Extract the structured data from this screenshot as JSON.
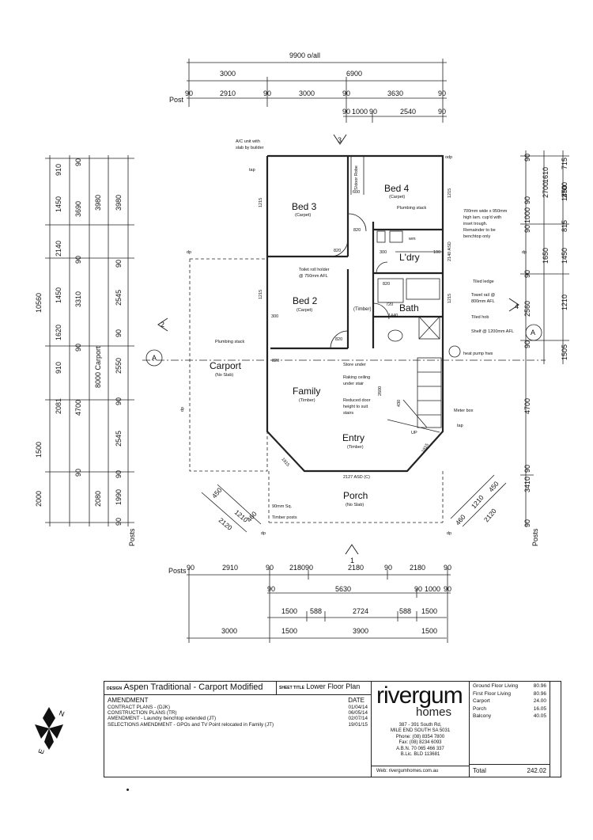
{
  "dimensions": {
    "top_overall": "9900 o/all",
    "top_row2": [
      "3000",
      "6900"
    ],
    "top_posts_label": "Post",
    "top_row3": [
      "90",
      "2910",
      "90",
      "3000",
      "90",
      "3630",
      "90"
    ],
    "top_row4": [
      "90",
      "1000",
      "90",
      "2540",
      "90"
    ],
    "left_outer": [
      "910",
      "1450",
      "2140",
      "1450",
      "1620",
      "910",
      "2081",
      "1500",
      "2000"
    ],
    "left_overall": "10560",
    "left_col2": [
      "90",
      "3690",
      "90",
      "3310",
      "90",
      "4700",
      "90"
    ],
    "left_col3": [
      "3980",
      "8000 Carport",
      "2080"
    ],
    "left_col4": [
      "3980",
      "90",
      "2545",
      "90",
      "2550",
      "90",
      "2545",
      "90",
      "1990",
      "90"
    ],
    "left_posts_label": "Posts",
    "right_col1": [
      "90",
      "90",
      "1000",
      "90",
      "90",
      "90",
      "2560",
      "90",
      "4700",
      "90",
      "3410",
      "90"
    ],
    "right_col2": [
      "1610",
      "2700",
      "1650",
      "1210"
    ],
    "right_col3": [
      "715",
      "1450",
      "815",
      "1450",
      "1210",
      "1505"
    ],
    "right_posts_label": "Posts",
    "bottom_posts_label": "Posts",
    "bottom_row1": [
      "90",
      "2910",
      "90",
      "2180",
      "90",
      "2180",
      "90",
      "2180",
      "90"
    ],
    "bottom_row2": [
      "90",
      "5630",
      "90",
      "1000",
      "90"
    ],
    "bottom_row3": [
      "1500",
      "588",
      "2724",
      "588",
      "1500"
    ],
    "bottom_row4": [
      "3000",
      "1500",
      "3900",
      "1500"
    ],
    "porch_left": [
      "450",
      "1210",
      "460",
      "2120"
    ],
    "porch_right": [
      "460",
      "1210",
      "450",
      "2120"
    ]
  },
  "rooms": {
    "bed3": {
      "name": "Bed 3",
      "sub": "(Carpet)"
    },
    "bed4": {
      "name": "Bed 4",
      "sub": "(Carpet)"
    },
    "bed2": {
      "name": "Bed 2",
      "sub": "(Carpet)"
    },
    "ldry": {
      "name": "L'dry"
    },
    "bath": {
      "name": "Bath"
    },
    "carport": {
      "name": "Carport",
      "sub": "(No Slab)"
    },
    "family": {
      "name": "Family",
      "sub": "(Timber)"
    },
    "entry": {
      "name": "Entry",
      "sub": "(Timber)"
    },
    "porch": {
      "name": "Porch",
      "sub": "(No Slab)"
    },
    "timber_hall": "(Timber)"
  },
  "notes": {
    "ac_unit": [
      "A/C unit with",
      "slab by builder"
    ],
    "tap_top": "tap",
    "odp": "odp",
    "sdoor_robe": "S/door Robe",
    "plumbing_stack_top": "Plumbing stack",
    "trough": [
      "700mm wide x 950mm",
      "high lam. cup'd with",
      "inset trough.",
      "Remainder to be",
      "benchtop only"
    ],
    "toilet_roll": [
      "Toilet roll holder",
      "@ 750mm AFL"
    ],
    "tiled_ledge": "Tiled ledge",
    "towel_rail": [
      "Towel rail @",
      "800mm AFL"
    ],
    "tiled_hob": "Tiled hob",
    "shelf": "Shelf @ 1200mm AFL",
    "heat_pump": "heat pump hws",
    "plumbing_stack_left": "Plumbing stack",
    "store_under": "Store under",
    "raking": [
      "Raking ceiling",
      "under stair"
    ],
    "reduced_door": [
      "Reduced door",
      "height to suit",
      "stairs"
    ],
    "meter_box": "Meter box",
    "tap_right": "tap",
    "asd": "2127 ASD (C)",
    "timber_posts": [
      "90mm Sq.",
      "Timber posts"
    ],
    "up": "UP",
    "wm": "wm",
    "dp": "dp",
    "section_a": "A",
    "marker_1": "1",
    "marker_2": "2",
    "marker_3": "3",
    "marker_4": "4",
    "door_sizes": {
      "d820a": "820",
      "d820b": "820",
      "d820c": "820",
      "d820d": "820",
      "d820e": "820",
      "d600": "600",
      "d300a": "300",
      "d300b": "300",
      "d100": "100",
      "d720": "720",
      "d440": "1440",
      "d2600": "2600",
      "d430": "430",
      "dw1215a": "1215",
      "dw1215b": "1215",
      "dw1215c": "1215",
      "dw2140": "2140 ASD",
      "dw1815": "1815",
      "dw1815b": "1815",
      "dw1215d": "1215"
    }
  },
  "title_block": {
    "design_label": "DESIGN",
    "design": "Aspen Traditional - Carport Modified",
    "sheet_label": "SHEET TITLE",
    "sheet": "Lower Floor Plan",
    "amendment_header": "AMENDMENT",
    "date_header": "DATE",
    "amendments": [
      {
        "text": "CONTRACT PLANS - (DJK)",
        "date": "01/04/14"
      },
      {
        "text": "CONSTRUCTION PLANS (TR)",
        "date": "06/05/14"
      },
      {
        "text": "AMENDMENT - Laundry benchtop extended (JT)",
        "date": "02/07/14"
      },
      {
        "text": "SELECTIONS AMENDMENT - GPOs and TV Point relocated in Family (JT)",
        "date": "19/01/15"
      }
    ],
    "brand": "rivergum",
    "brand_sub": "homes",
    "address": [
      "387 - 391 South Rd,",
      "MILE END SOUTH SA 5031",
      "Phone: (08) 8354 7800",
      "Fax: (08) 8234 6093",
      "A.B.N. 70 065 466 337",
      "B.Lic. BLD 113681"
    ],
    "web": "Web: rivergumhomes.com.au",
    "areas": [
      {
        "label": "Ground Floor Living",
        "value": "80.96"
      },
      {
        "label": "First Floor Living",
        "value": "80.96"
      },
      {
        "label": "Carport",
        "value": "24.00"
      },
      {
        "label": "Porch",
        "value": "16.05"
      },
      {
        "label": "Balcony",
        "value": "40.05"
      }
    ],
    "total_label": "Total",
    "total_value": "242.02",
    "compass_n": "N",
    "compass_e": "E"
  }
}
